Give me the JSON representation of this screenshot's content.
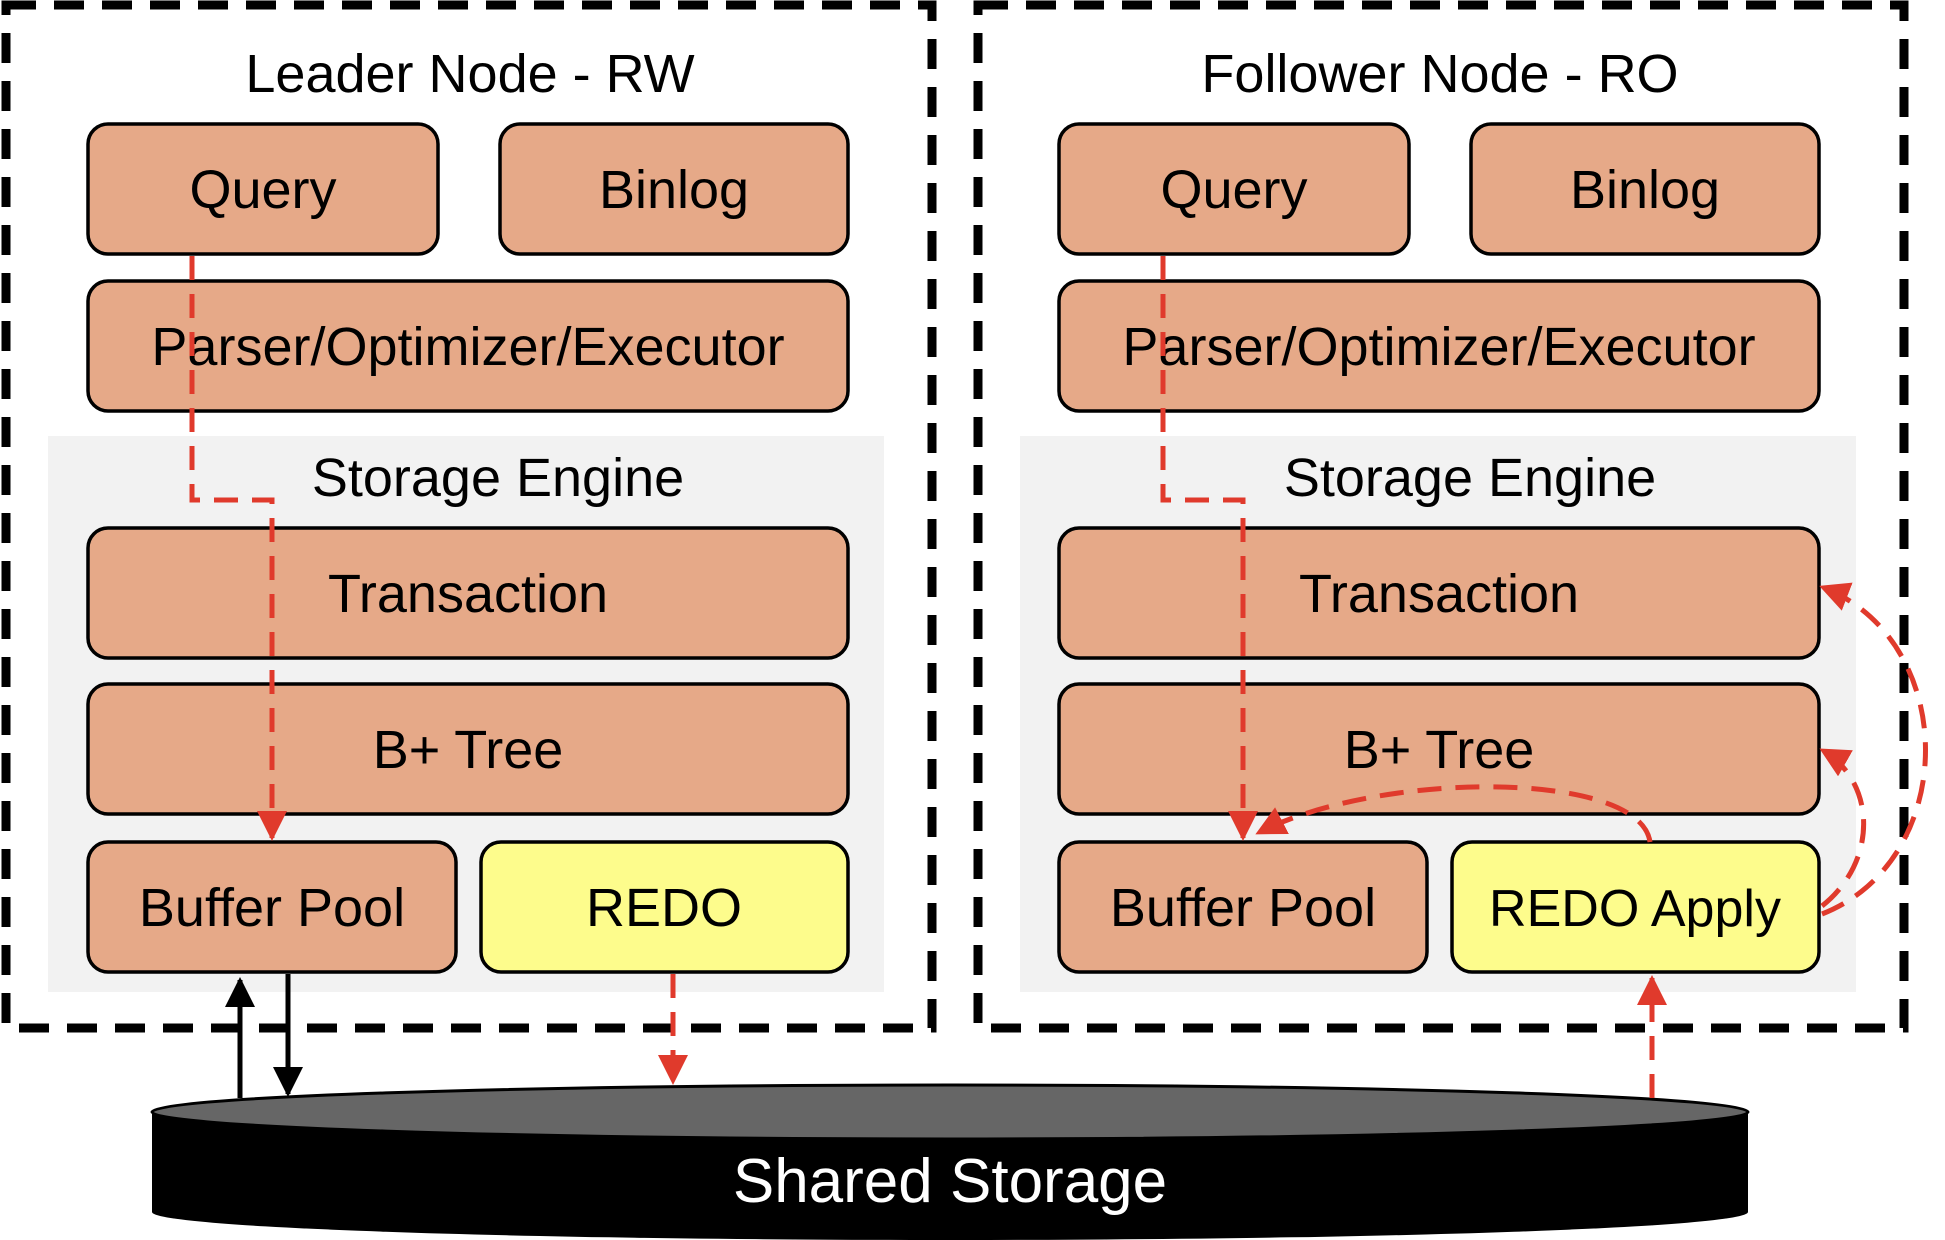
{
  "leader": {
    "title": "Leader Node - RW",
    "query": "Query",
    "binlog": "Binlog",
    "parser": "Parser/Optimizer/Executor",
    "storage_engine": "Storage Engine",
    "transaction": "Transaction",
    "btree": "B+ Tree",
    "buffer_pool": "Buffer Pool",
    "redo": "REDO"
  },
  "follower": {
    "title": "Follower Node - RO",
    "query": "Query",
    "binlog": "Binlog",
    "parser": "Parser/Optimizer/Executor",
    "storage_engine": "Storage Engine",
    "transaction": "Transaction",
    "btree": "B+ Tree",
    "buffer_pool": "Buffer Pool",
    "redo_apply": "REDO Apply"
  },
  "storage": {
    "label": "Shared Storage"
  },
  "colors": {
    "component": "#e6a988",
    "redo": "#fdfc8c",
    "engine_bg": "#f2f2f2",
    "flow": "#e03a2c",
    "storage_top": "#666666",
    "storage_body": "#000000"
  }
}
